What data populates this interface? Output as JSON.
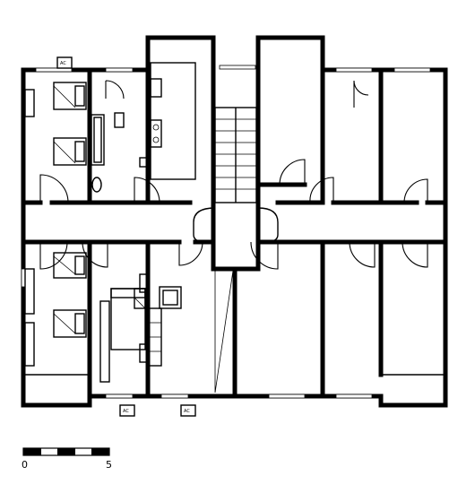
{
  "unit_labels": [
    "AC",
    "AC",
    "AC"
  ],
  "scale": {
    "start": "0",
    "end": "5"
  },
  "colors": {
    "ink": "#000000",
    "paper": "#ffffff"
  }
}
